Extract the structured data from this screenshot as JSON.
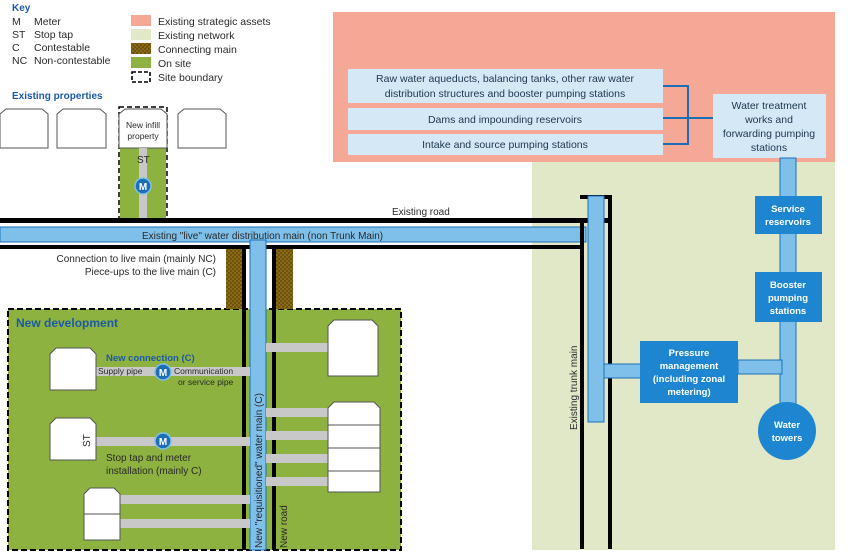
{
  "key": {
    "title": "Key",
    "codes": [
      {
        "code": "M",
        "label": "Meter"
      },
      {
        "code": "ST",
        "label": "Stop tap"
      },
      {
        "code": "C",
        "label": "Contestable"
      },
      {
        "code": "NC",
        "label": "Non-contestable"
      }
    ],
    "legend": [
      {
        "label": "Existing strategic assets",
        "color": "#f6a897"
      },
      {
        "label": "Existing network",
        "color": "#e0e8c7"
      },
      {
        "label": "Connecting main",
        "color": "#8b6a14"
      },
      {
        "label": "On site",
        "color": "#8db23f"
      },
      {
        "label": "Site boundary",
        "color": "#000000"
      }
    ]
  },
  "existing_properties": {
    "title": "Existing properties",
    "infill_label": "New infill property",
    "infill_label_lines": [
      "New infill",
      "property"
    ],
    "st_label": "ST"
  },
  "strategic": {
    "boxes": [
      {
        "lines": [
          "Raw water aqueducts, balancing tanks, other raw water",
          "distribution structures and booster pumping stations"
        ]
      },
      {
        "lines": [
          "Dams and impounding reservoirs"
        ]
      },
      {
        "lines": [
          "Intake and source pumping stations"
        ]
      }
    ],
    "treatment_lines": [
      "Water treatment",
      "works and",
      "forwarding pumping",
      "stations"
    ]
  },
  "network": {
    "existing_road": "Existing road",
    "live_main": "Existing \"live\" water distribution main (non Trunk Main)",
    "connection_live_main": "Connection to live main (mainly NC)",
    "piece_ups": "Piece-ups to the live main (C)",
    "trunk_main": "Existing trunk main",
    "service_reservoirs": [
      "Service",
      "reservoirs"
    ],
    "booster_pumping": [
      "Booster",
      "pumping",
      "stations"
    ],
    "pressure_management": [
      "Pressure",
      "management",
      "(including zonal",
      "metering)"
    ],
    "water_towers": [
      "Water",
      "towers"
    ]
  },
  "development": {
    "title": "New development",
    "new_connection": "New connection (C)",
    "supply_pipe": "Supply pipe",
    "communication_pipe": [
      "Communication",
      "or service pipe"
    ],
    "stop_tap_meter": [
      "Stop tap and meter",
      "installation (mainly C)"
    ],
    "st_label": "ST",
    "requisitioned_main": "New \"requisitioned\" water main (C)",
    "new_road": "New road",
    "meter_letter": "M"
  },
  "colors": {
    "pipe_fill": "#7ec0ea",
    "pipe_stroke": "#1c6fb5",
    "label_box": "#d4e9f5",
    "road": "#000000"
  }
}
